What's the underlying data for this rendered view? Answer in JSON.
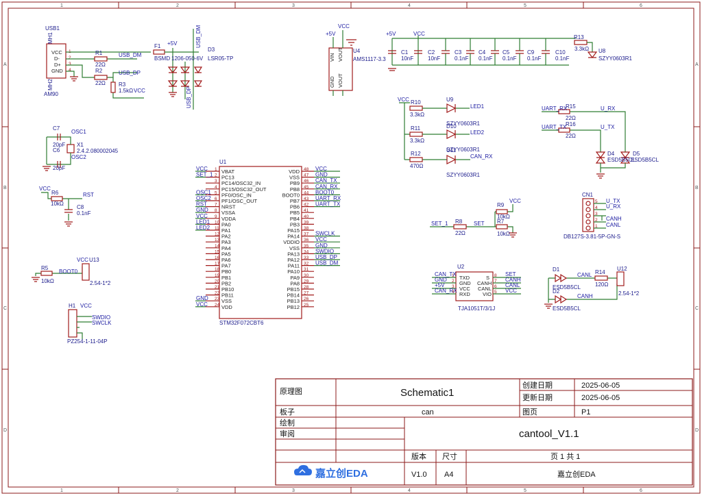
{
  "zones": {
    "cols": [
      "1",
      "2",
      "3",
      "4",
      "5",
      "6"
    ],
    "rows": [
      "A",
      "B",
      "C",
      "D"
    ]
  },
  "components": {
    "usb1": {
      "ref": "USB1",
      "value": "AM90",
      "mh1": "MH1",
      "mh2": "MH2",
      "pins": [
        "VCC",
        "D-",
        "D+",
        "GND"
      ],
      "pinnos": [
        "1",
        "2",
        "3",
        "4"
      ]
    },
    "r1": {
      "ref": "R1",
      "value": "22Ω"
    },
    "r2": {
      "ref": "R2",
      "value": "22Ω"
    },
    "r3": {
      "ref": "R3",
      "value": "1.5kΩ"
    },
    "f1": {
      "ref": "F1",
      "value": "BSMD"
    },
    "d3": {
      "ref": "D3",
      "value": "LSR05-TP",
      "extra": "1206-050-6V"
    },
    "u4": {
      "ref": "U4",
      "value": "AMS1117-3.3",
      "pins": [
        "VIN",
        "VOUT",
        "GND",
        "VOUT"
      ]
    },
    "c1": {
      "ref": "C1",
      "value": "10nF"
    },
    "c2": {
      "ref": "C2",
      "value": "10nF"
    },
    "c3": {
      "ref": "C3",
      "value": "0.1nF"
    },
    "c4": {
      "ref": "C4",
      "value": "0.1nF"
    },
    "c5": {
      "ref": "C5",
      "value": "0.1nF"
    },
    "c9": {
      "ref": "C9",
      "value": "0.1nF"
    },
    "c10": {
      "ref": "C10",
      "value": "0.1nF"
    },
    "r13": {
      "ref": "R13",
      "value": "3.3kΩ"
    },
    "u8": {
      "ref": "U8",
      "value": "SZYY0603R1"
    },
    "c7": {
      "ref": "C7",
      "value": "20pF"
    },
    "c6": {
      "ref": "C6",
      "value": "20pF"
    },
    "x1": {
      "ref": "X1",
      "value": "2.4.2.080002045",
      "osc1": "OSC1",
      "osc2": "OSC2"
    },
    "r6": {
      "ref": "R6",
      "value": "10kΩ"
    },
    "c8": {
      "ref": "C8",
      "value": "0.1nF"
    },
    "r5": {
      "ref": "R5",
      "value": "10kΩ"
    },
    "u13": {
      "ref": "U13",
      "value": "2.54-1*2"
    },
    "h1": {
      "ref": "H1",
      "value": "PZ254-1-11-04P"
    },
    "u1": {
      "ref": "U1",
      "value": "STM32F072CBT6",
      "left_pins": [
        {
          "no": "1",
          "name": "VBAT"
        },
        {
          "no": "2",
          "name": "PC13"
        },
        {
          "no": "3",
          "name": "PC14/OSC32_IN"
        },
        {
          "no": "4",
          "name": "PC15/OSC32_OUT"
        },
        {
          "no": "5",
          "name": "PF0/OSC_IN"
        },
        {
          "no": "6",
          "name": "PF1/OSC_OUT"
        },
        {
          "no": "7",
          "name": "NRST"
        },
        {
          "no": "8",
          "name": "VSSA"
        },
        {
          "no": "9",
          "name": "VDDA"
        },
        {
          "no": "10",
          "name": "PA0"
        },
        {
          "no": "11",
          "name": "PA1"
        },
        {
          "no": "12",
          "name": "PA2"
        },
        {
          "no": "13",
          "name": "PA3"
        },
        {
          "no": "14",
          "name": "PA4"
        },
        {
          "no": "15",
          "name": "PA5"
        },
        {
          "no": "16",
          "name": "PA6"
        },
        {
          "no": "17",
          "name": "PA7"
        },
        {
          "no": "18",
          "name": "PB0"
        },
        {
          "no": "19",
          "name": "PB1"
        },
        {
          "no": "20",
          "name": "PB2"
        },
        {
          "no": "21",
          "name": "PB10"
        },
        {
          "no": "22",
          "name": "PB11"
        },
        {
          "no": "23",
          "name": "VSS"
        },
        {
          "no": "24",
          "name": "VDD"
        }
      ],
      "right_pins": [
        {
          "no": "48",
          "name": "VDD"
        },
        {
          "no": "47",
          "name": "VSS"
        },
        {
          "no": "46",
          "name": "PB9"
        },
        {
          "no": "45",
          "name": "PB8"
        },
        {
          "no": "44",
          "name": "BOOT0"
        },
        {
          "no": "43",
          "name": "PB7"
        },
        {
          "no": "42",
          "name": "PB6"
        },
        {
          "no": "41",
          "name": "PB5"
        },
        {
          "no": "40",
          "name": "PB4"
        },
        {
          "no": "39",
          "name": "PB3"
        },
        {
          "no": "38",
          "name": "PA15"
        },
        {
          "no": "37",
          "name": "PA14"
        },
        {
          "no": "36",
          "name": "VDDIO"
        },
        {
          "no": "35",
          "name": "VSS"
        },
        {
          "no": "34",
          "name": "PA13"
        },
        {
          "no": "33",
          "name": "PA12"
        },
        {
          "no": "32",
          "name": "PA11"
        },
        {
          "no": "31",
          "name": "PA10"
        },
        {
          "no": "30",
          "name": "PA9"
        },
        {
          "no": "29",
          "name": "PA8"
        },
        {
          "no": "28",
          "name": "PB15"
        },
        {
          "no": "27",
          "name": "PB14"
        },
        {
          "no": "26",
          "name": "PB13"
        },
        {
          "no": "25",
          "name": "PB12"
        }
      ],
      "left_nets": [
        "VCC",
        "SET_1",
        "",
        "",
        "OSC1",
        "OSC2",
        "RST",
        "GND",
        "VCC",
        "LED1",
        "LED2",
        "",
        "",
        "",
        "",
        "",
        "",
        "",
        "",
        "",
        "",
        "",
        "GND",
        "VCC"
      ],
      "right_nets": [
        "VCC",
        "GND",
        "CAN_TX",
        "CAN_RX",
        "BOOT0",
        "UART_RX",
        "UART_TX",
        "",
        "",
        "",
        "",
        "SWCLK",
        "VCC",
        "GND",
        "SWDIO",
        "USB_DP",
        "USB_DM",
        "",
        "",
        "",
        "",
        "",
        "",
        ""
      ]
    },
    "r10": {
      "ref": "R10",
      "value": "3.3kΩ"
    },
    "r11": {
      "ref": "R11",
      "value": "3.3kΩ"
    },
    "r12": {
      "ref": "R12",
      "value": "470Ω"
    },
    "u9": {
      "ref": "U9",
      "value": "SZYY0603R1"
    },
    "d10": {
      "ref": "D10",
      "value": "SZYY0603R1"
    },
    "d11": {
      "ref": "U11",
      "value": "SZYY0603R1"
    },
    "r15": {
      "ref": "R15",
      "value": "22Ω"
    },
    "r16": {
      "ref": "R16",
      "value": "22Ω"
    },
    "d4": {
      "ref": "D4",
      "value": "ESD5B5CL"
    },
    "d5": {
      "ref": "D5",
      "value": "ESD5B5CL"
    },
    "r8": {
      "ref": "R8",
      "value": "22Ω"
    },
    "r9": {
      "ref": "R9",
      "value": "10kΩ"
    },
    "r7": {
      "ref": "R7",
      "value": "10kΩ"
    },
    "cn1": {
      "ref": "CN1",
      "value": "DB127S-3.81-5P-GN-S",
      "pins": [
        "5",
        "4",
        "3",
        "2",
        "1"
      ]
    },
    "u2": {
      "ref": "U2",
      "value": "TJA1051T/3/1J",
      "left": [
        {
          "no": "1",
          "name": "TXD"
        },
        {
          "no": "2",
          "name": "GND"
        },
        {
          "no": "3",
          "name": "VCC"
        },
        {
          "no": "4",
          "name": "RXD"
        }
      ],
      "right": [
        {
          "no": "8",
          "name": "S"
        },
        {
          "no": "7",
          "name": "CANH"
        },
        {
          "no": "6",
          "name": "CANL"
        },
        {
          "no": "5",
          "name": "VIO"
        }
      ]
    },
    "d1": {
      "ref": "D1",
      "value": "ESD5B5CL"
    },
    "d2": {
      "ref": "D2",
      "value": "ESD5B5CL"
    },
    "r14": {
      "ref": "R14",
      "value": "120Ω"
    },
    "u12": {
      "ref": "U12",
      "value": "2.54-1*2"
    }
  },
  "nets": {
    "vcc": "VCC",
    "p5v": "+5V",
    "gnd": "GND",
    "usb_dm": "USB_DM",
    "usb_dp": "USB_DP",
    "rst": "RST",
    "boot0": "BOOT0",
    "swdio": "SWDIO",
    "swclk": "SWCLK",
    "led1": "LED1",
    "led2": "LED2",
    "can_rx": "CAN_RX",
    "can_tx": "CAN_TX",
    "uart_rx": "UART_RX",
    "uart_tx": "UART_TX",
    "u_rx": "U_RX",
    "u_tx": "U_TX",
    "set_1": "SET_1",
    "set": "SET",
    "canh": "CANH",
    "canl": "CANL"
  },
  "title_block": {
    "schematic_label": "原理图",
    "schematic_name": "Schematic1",
    "board_label": "板子",
    "board_name": "can",
    "draw_label": "绘制",
    "review_label": "审阅",
    "created_label": "创建日期",
    "created_date": "2025-06-05",
    "updated_label": "更新日期",
    "updated_date": "2025-06-05",
    "page_label": "图页",
    "page_value": "P1",
    "project_name": "cantool_V1.1",
    "version_label": "版本",
    "size_label": "尺寸",
    "pages_text": "页  1  共  1",
    "version_value": "V1.0",
    "size_value": "A4",
    "company": "嘉立创EDA",
    "logo_text": "嘉立创EDA"
  }
}
